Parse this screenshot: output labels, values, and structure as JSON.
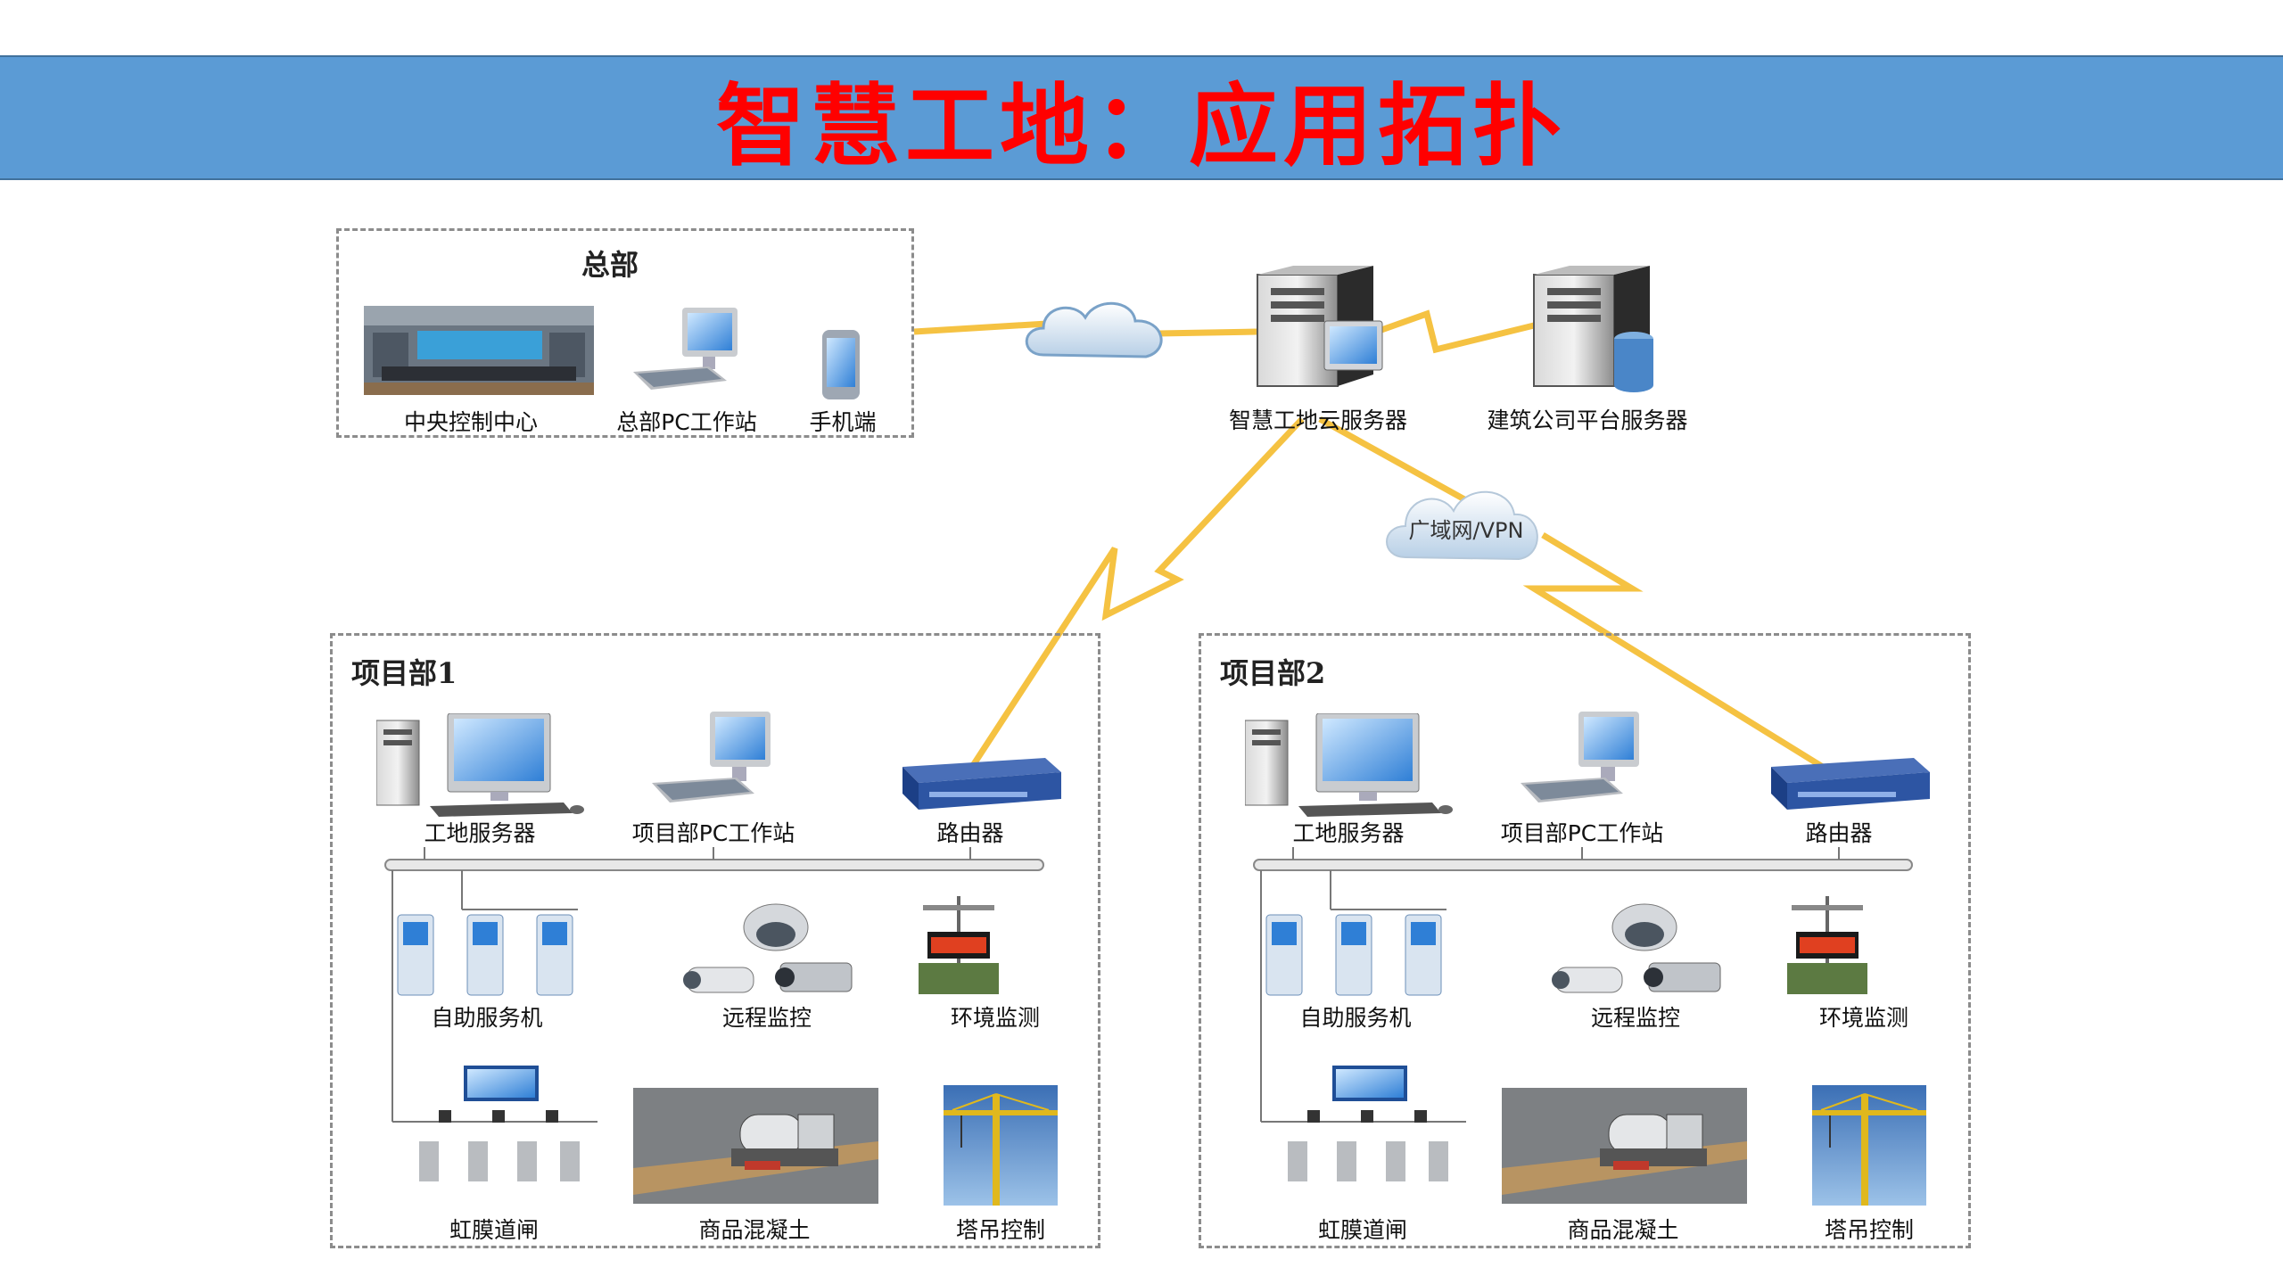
{
  "title": "智慧工地：应用拓扑",
  "colors": {
    "title_bar": "#5b9bd5",
    "title_text": "#ff0000",
    "link": "#f5c242",
    "frame": "#8c8c8c"
  },
  "hq": {
    "title": "总部",
    "items": [
      "中央控制中心",
      "总部PC工作站",
      "手机端"
    ]
  },
  "servers": {
    "cloud_server": "智慧工地云服务器",
    "company_server": "建筑公司平台服务器"
  },
  "wan_label": "广域网/VPN",
  "project1": {
    "title": "项目部1",
    "top": [
      "工地服务器",
      "项目部PC工作站",
      "路由器"
    ],
    "mid": [
      "自助服务机",
      "远程监控",
      "环境监测"
    ],
    "bottom": [
      "虹膜道闸",
      "商品混凝土",
      "塔吊控制"
    ]
  },
  "project2": {
    "title": "项目部2",
    "top": [
      "工地服务器",
      "项目部PC工作站",
      "路由器"
    ],
    "mid": [
      "自助服务机",
      "远程监控",
      "环境监测"
    ],
    "bottom": [
      "虹膜道闸",
      "商品混凝土",
      "塔吊控制"
    ]
  }
}
